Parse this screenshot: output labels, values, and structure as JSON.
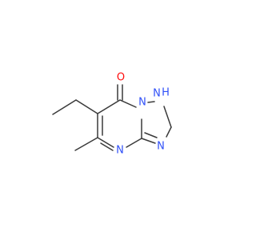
{
  "molecule": {
    "colors": {
      "bond": "#3a3a3a",
      "oxygen": "#ff0d0d",
      "nitrogen": "#3050f8"
    },
    "atoms": {
      "oxygen": "O",
      "n_bridge": "N",
      "nh": "H",
      "n_triazole": "N",
      "n_pyrimidine": "N"
    }
  }
}
